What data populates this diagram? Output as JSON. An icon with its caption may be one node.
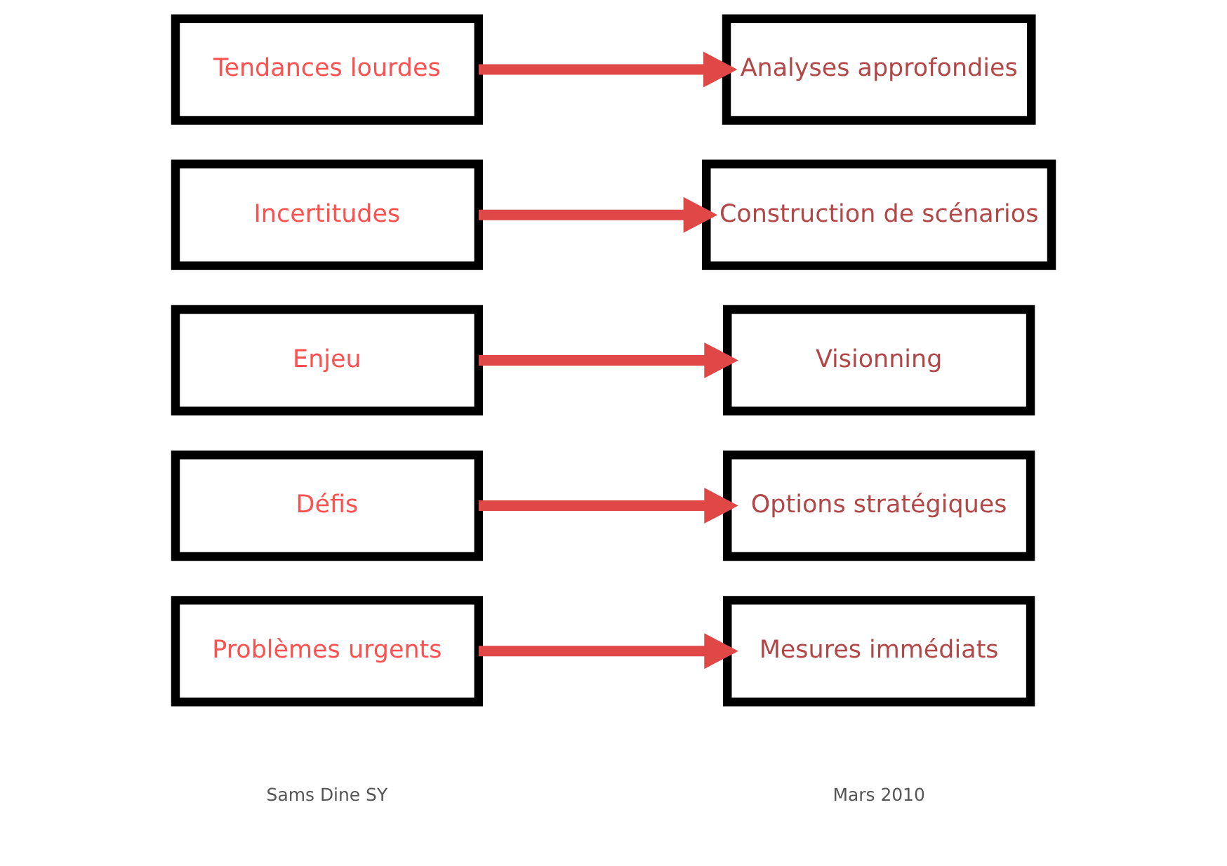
{
  "diagram": {
    "nodes": [
      {
        "text": [
          "Tendances lourdes"
        ]
      },
      {
        "text": [
          "Incertitudes"
        ]
      },
      {
        "text": [
          "Enjeu"
        ]
      },
      {
        "text": [
          "Défis"
        ]
      },
      {
        "text": [
          "Problèmes urgents"
        ]
      },
      {
        "text": [
          "Analyses approfondies"
        ]
      },
      {
        "text": [
          "Construction de scénarios"
        ]
      },
      {
        "text": [
          "Visionning"
        ]
      },
      {
        "text": [
          "Options stratégiques"
        ]
      },
      {
        "text": [
          "Mesures immédiats"
        ]
      }
    ],
    "edges": [
      {
        "from": 0,
        "to": 5,
        "arrow": "to"
      },
      {
        "from": 1,
        "to": 6,
        "arrow": "to"
      },
      {
        "from": 2,
        "to": 7,
        "arrow": "to"
      },
      {
        "from": 3,
        "to": 8,
        "arrow": "to"
      },
      {
        "from": 4,
        "to": 9,
        "arrow": "to"
      }
    ],
    "labels": [
      "Sams Dine SY",
      "Mars 2010"
    ]
  }
}
